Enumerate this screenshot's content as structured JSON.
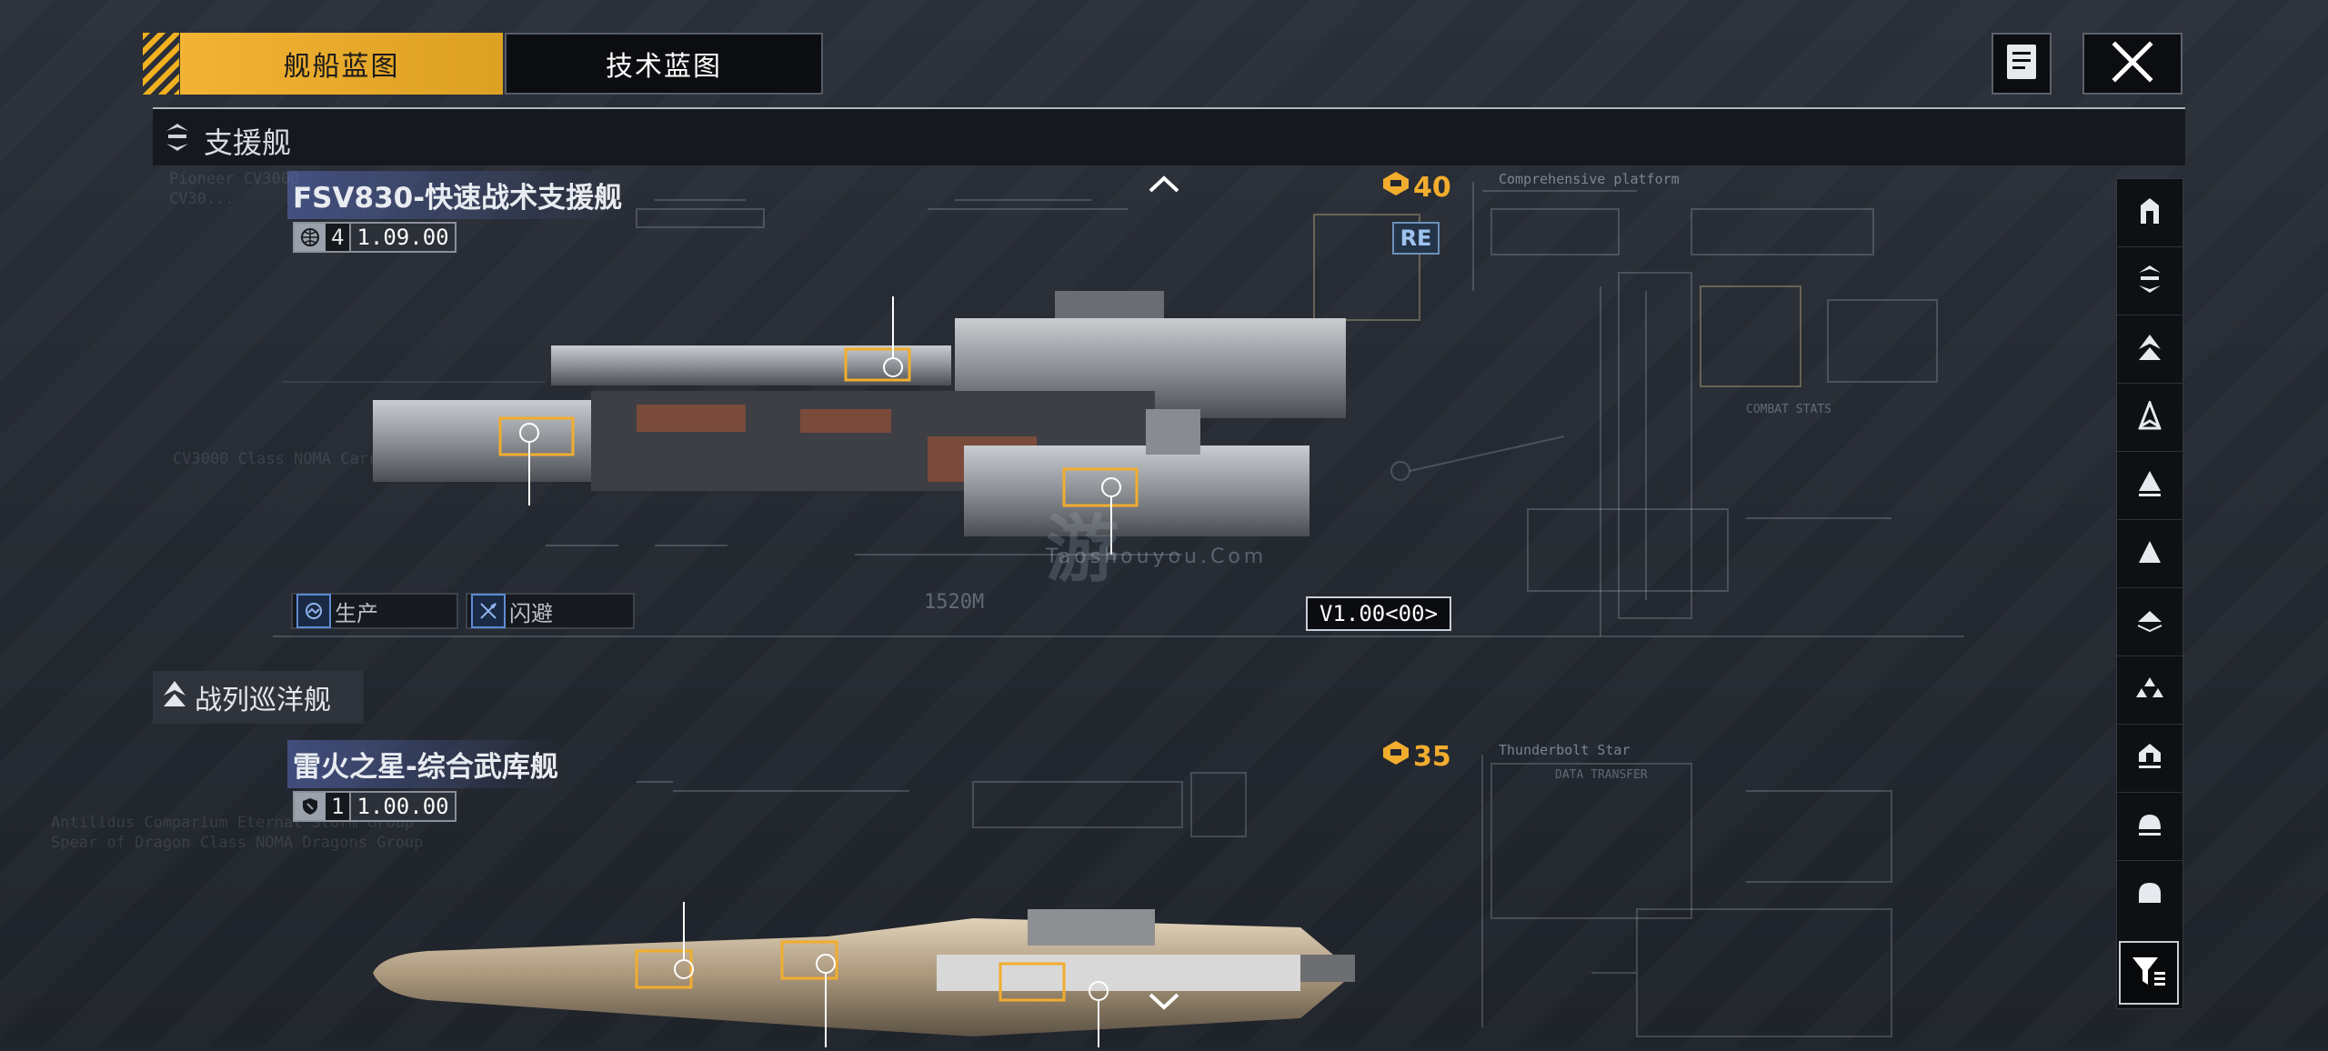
{
  "tabs": [
    {
      "label": "舰船蓝图",
      "active": true
    },
    {
      "label": "技术蓝图",
      "active": false
    }
  ],
  "header": {
    "category": "支援舰"
  },
  "card1": {
    "title": "FSV830-快速战术支援舰",
    "stat_level": "4",
    "stat_value": "1.09.00",
    "cost": "40",
    "badge": "RE",
    "attr1": "生产",
    "attr2": "闪避",
    "version": "V1.00<00>",
    "length": "1520M",
    "panel_title": "Comprehensive platform",
    "panel_sub": "COMBAT STATS"
  },
  "section2": {
    "label": "战列巡洋舰"
  },
  "card2": {
    "title": "雷火之星-综合武库舰",
    "stat_level": "1",
    "stat_value": "1.00.00",
    "cost": "35",
    "panel_title": "Thunderbolt Star",
    "panel_sub": "DATA TRANSFER"
  },
  "background_text": {
    "left_top": "Pioneer CV3000\nCV30...",
    "left_mid": "CV3000 Class NOMA Carrier",
    "left_bottom": "Antilidus Comparium Eternal Storm Group\nSpear of Dragon Class NOMA Dragons Group",
    "watermark": "游",
    "watermark_url": "Taoshouyou.Com"
  },
  "colors": {
    "accent": "#f3b334",
    "cost": "#f2ad2e",
    "highlight": "#5a6ebe"
  },
  "sidebar_icons": [
    "carrier-class-icon",
    "support-class-icon",
    "battlecruiser-class-icon",
    "destroyer-class-icon",
    "frigate-class-icon",
    "corvette-class-icon",
    "auxiliary-class-icon",
    "fighter-class-icon",
    "station-class-icon",
    "dome-class-icon",
    "capsule-class-icon"
  ]
}
